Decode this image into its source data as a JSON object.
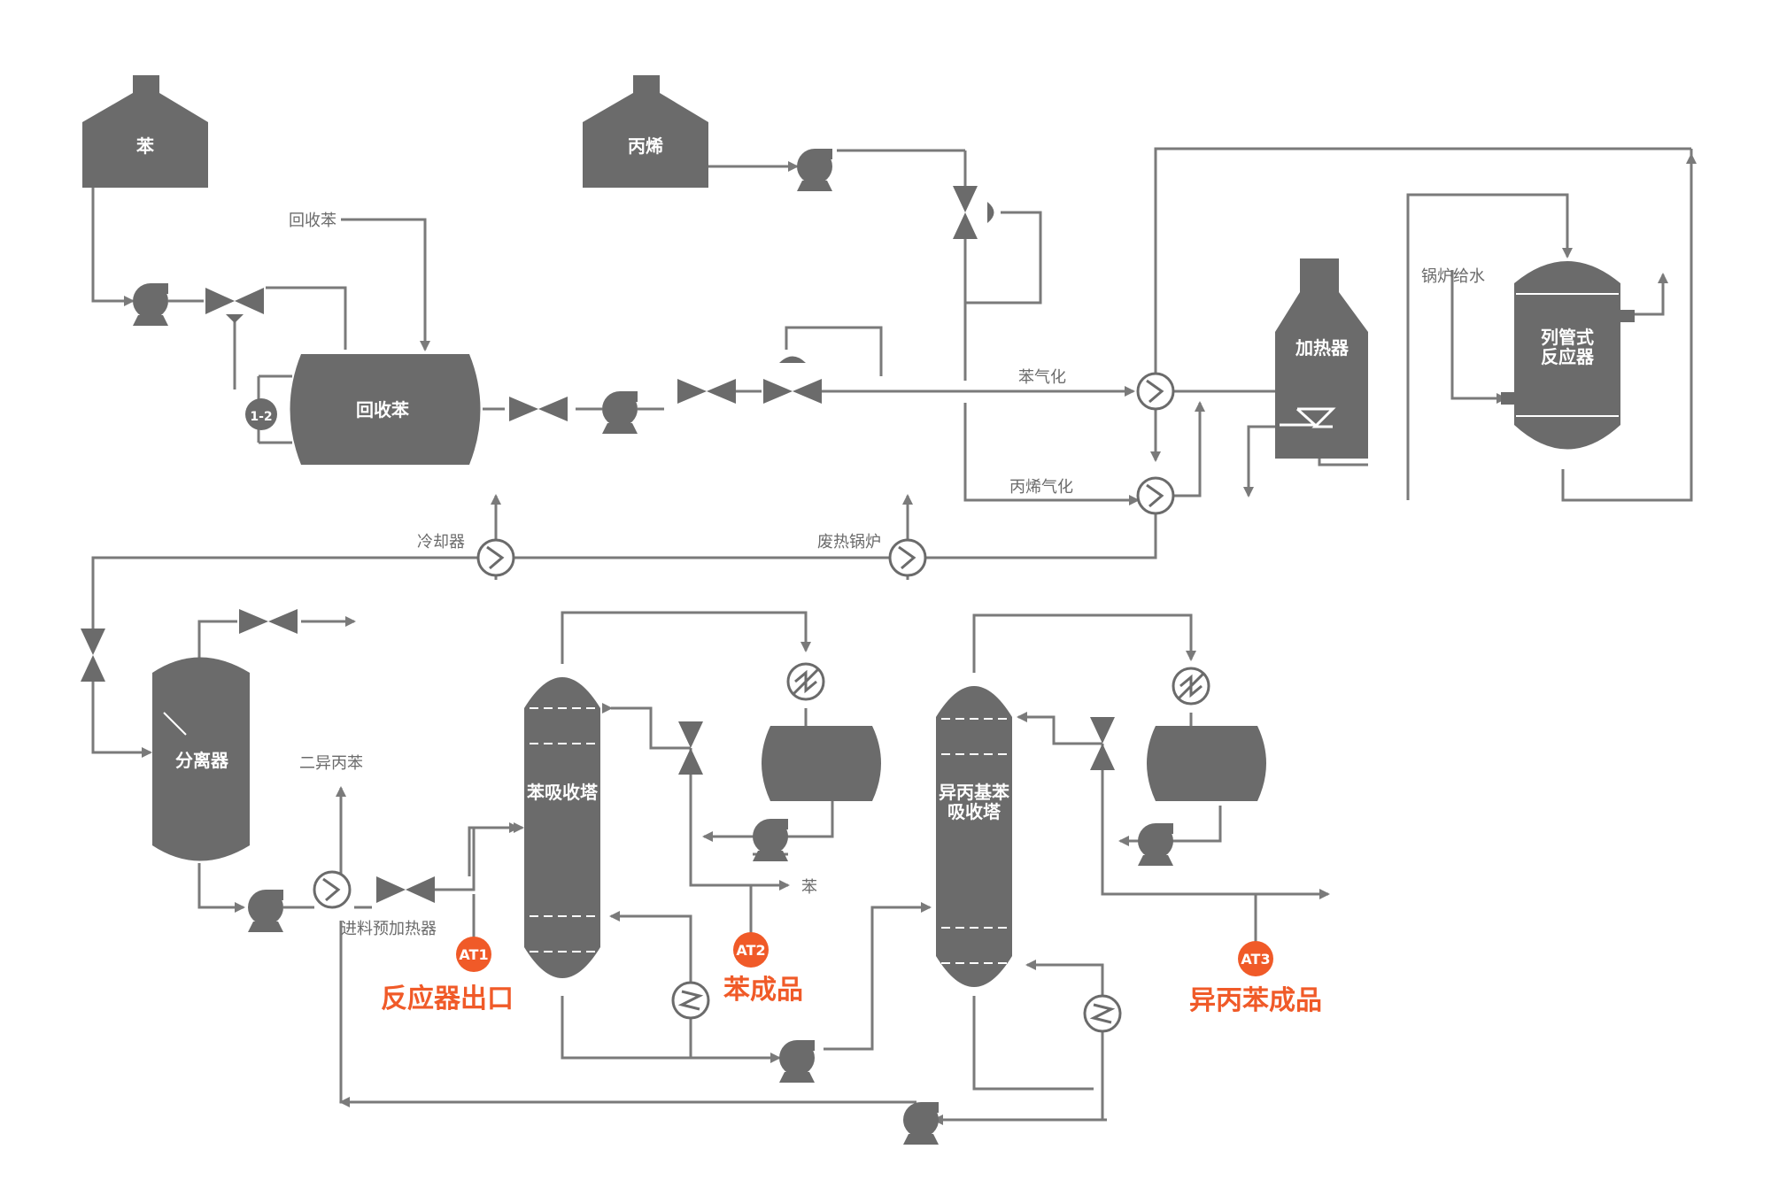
{
  "equipment": {
    "benzene_tank": "苯",
    "propylene_tank": "丙烯",
    "recovered_benzene_drum": "回收苯",
    "heater": "加热器",
    "tubular_reactor": "列管式\n反应器",
    "separator": "分离器",
    "benzene_absorber": "苯吸收塔",
    "cumene_absorber": "异丙基苯\n吸收塔",
    "indicator_12": "1-2"
  },
  "labels": {
    "recovered_benzene_in": "回收苯",
    "benzene_vapor": "苯气化",
    "propylene_vapor": "丙烯气化",
    "boiler_feedwater": "锅炉给水",
    "cooler": "冷却器",
    "waste_heat_boiler": "废热锅炉",
    "diisopropylbenzene": "二异丙苯",
    "feed_preheater": "进料预加热器",
    "benzene_out": "苯"
  },
  "analyzers": [
    {
      "tag": "AT1",
      "label": "反应器出口"
    },
    {
      "tag": "AT2",
      "label": "苯成品"
    },
    {
      "tag": "AT3",
      "label": "异丙苯成品"
    }
  ],
  "colors": {
    "equipment": "#6b6b6b",
    "pipe": "#7a7a7a",
    "analyzer": "#f05a28"
  }
}
